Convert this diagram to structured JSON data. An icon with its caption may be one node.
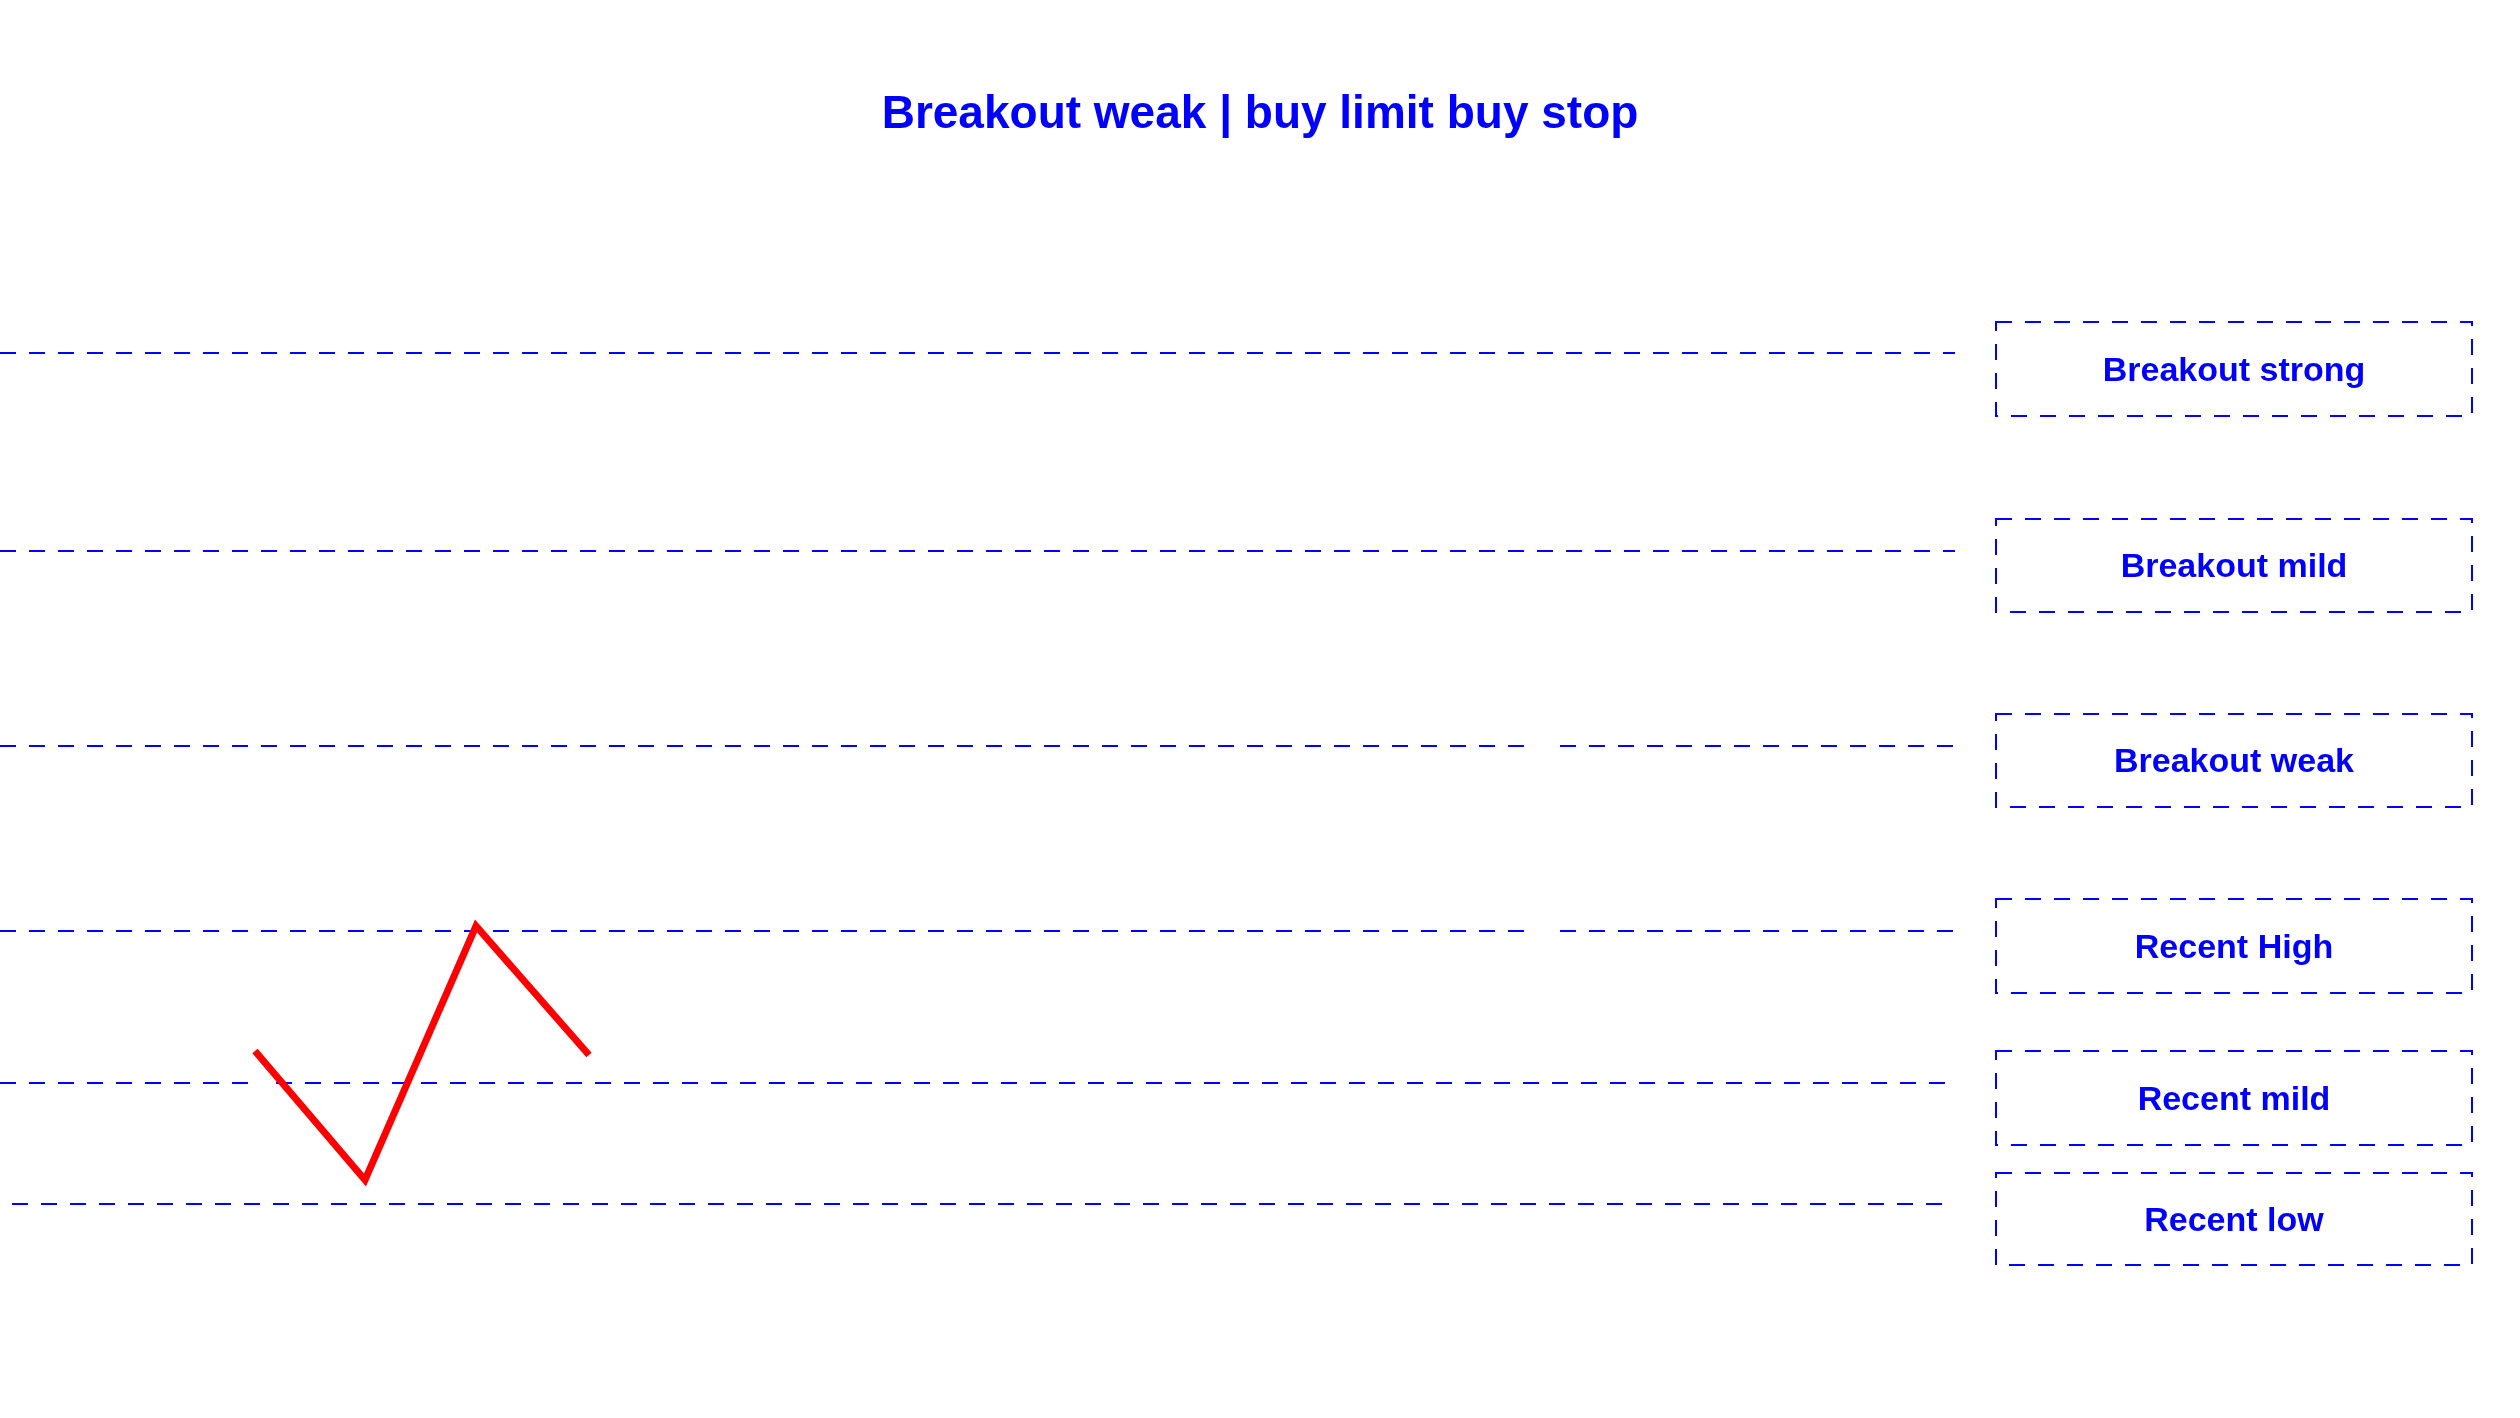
{
  "diagram": {
    "title": "Breakout weak | buy limit buy stop",
    "nodes": [
      {
        "text": [
          "Breakout strong"
        ]
      },
      {
        "text": [
          "Breakout mild"
        ]
      },
      {
        "text": [
          "Breakout weak"
        ]
      },
      {
        "text": [
          "Recent High"
        ]
      },
      {
        "text": [
          "Recent mild"
        ]
      },
      {
        "text": [
          "Recent low"
        ]
      }
    ]
  }
}
